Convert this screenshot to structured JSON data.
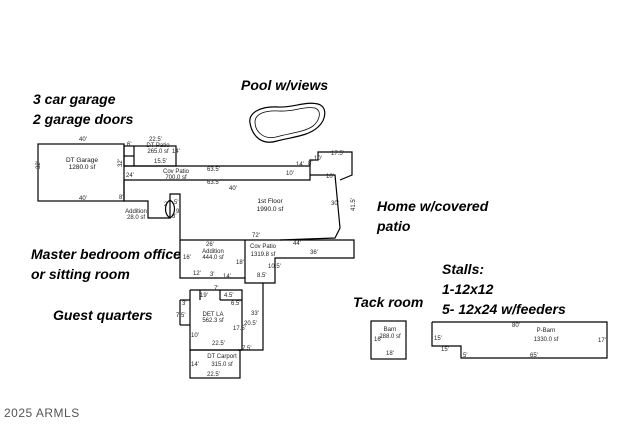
{
  "annotations": {
    "garage_line1": "3 car garage",
    "garage_line2": "2 garage doors",
    "pool": "Pool w/views",
    "home_line1": "Home w/covered",
    "home_line2": "patio",
    "master_line1": "Master bedroom office",
    "master_line2": "or sitting room",
    "guest": "Guest quarters",
    "tack": "Tack room",
    "stalls_line1": "Stalls:",
    "stalls_line2": "1-12x12",
    "stalls_line3": "5- 12x24 w/feeders"
  },
  "rooms": {
    "garage_name": "DT Garage",
    "garage_area": "1280.0 sf",
    "dt_patio_name": "DT Patio",
    "dt_patio_area": "265.0 sf",
    "cov_patio_name": "Cov Patio",
    "cov_patio_area": "700.0 sf",
    "addition_small_name": "Addition",
    "addition_small_area": "28.0 sf",
    "first_floor_name": "1st Floor",
    "first_floor_area": "1990.0 sf",
    "addition_name": "Addition",
    "addition_area": "444.0 sf",
    "cov_patio2_name": "Cov Patio",
    "cov_patio2_area": "1319.8 sf",
    "det_la_name": "DET LA",
    "det_la_area": "562.3 sf",
    "carport_name": "DT Carport",
    "carport_area": "315.0 sf",
    "barn_name": "Barn",
    "barn_area": "288.0 sf",
    "pbarn_name": "P-Barn",
    "pbarn_area": "1330.0 sf"
  },
  "dimensions": {
    "garage_top": "40'",
    "garage_bottom": "40'",
    "garage_left": "32'",
    "garage_right": "32'",
    "dt_patio_top": "22.5'",
    "dt_patio_left": "6'",
    "dt_patio_right": "14'",
    "cov_patio_top": "63.5'",
    "cov_patio_inner": "63.5'",
    "cov_patio_left": "15.5'",
    "main_mid": "40'",
    "ff_14": "14'",
    "ff_8": "8'",
    "ff_10": "10'",
    "ff_10b": "10'",
    "ff_175": "17.5'",
    "ff_10c": "10'",
    "ff_415": "41.5'",
    "ff_30": "30'",
    "ff_24": "24'",
    "ff_8b": "8'",
    "ff_9": "9'",
    "ff_72": "72'",
    "ff_44": "44'",
    "ff_36": "36'",
    "ff_26": "26'",
    "ff_16": "16'",
    "ff_12": "12'",
    "ff_3": "3'",
    "ff_14b": "14'",
    "ff_18": "18'",
    "ff_85": "8.5'",
    "ff_105": "10.5'",
    "add_2": "2'",
    "add_5": "5'",
    "add_3": "3'",
    "la_19": "19'",
    "la_7": "7'",
    "la_45": "4.5'",
    "la_65": "6.5'",
    "la_3": "3'",
    "la_75": "7.5'",
    "la_10": "10'",
    "la_175": "17.5'",
    "la_205": "20.5'",
    "la_33": "33'",
    "la_225": "22.5'",
    "la_75b": "7.5'",
    "cp_14": "14'",
    "cp_225": "22.5'",
    "barn_16": "16'",
    "barn_18": "18'",
    "pb_80": "80'",
    "pb_15": "15'",
    "pb_17": "17'",
    "pb_15b": "15'",
    "pb_5": "5'",
    "pb_65": "65'"
  },
  "watermark": "2025 ARMLS"
}
